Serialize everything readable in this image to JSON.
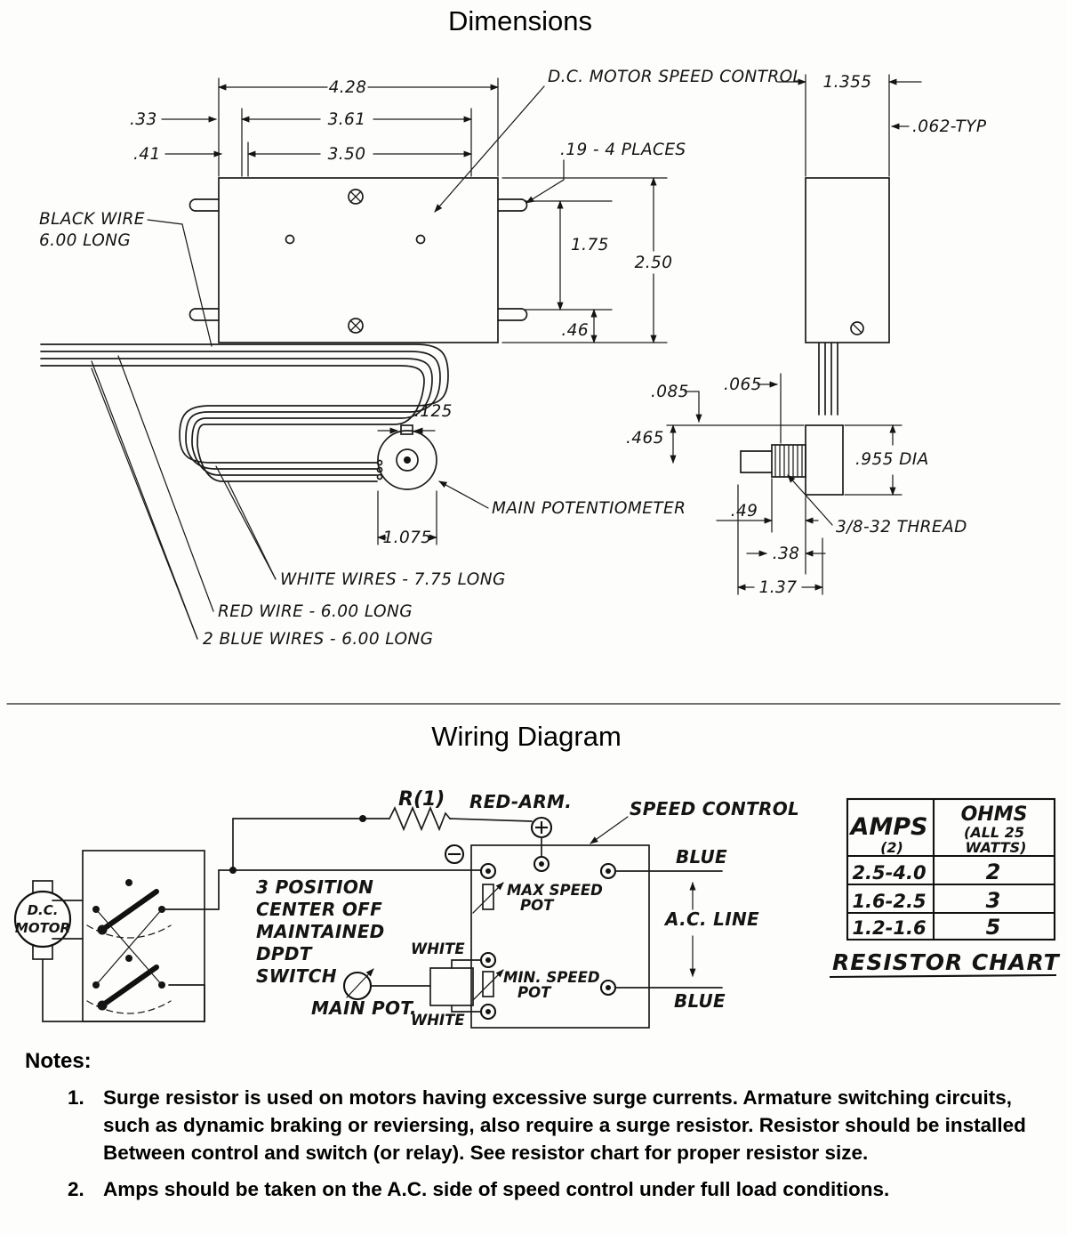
{
  "dimensions_section": {
    "title": "Dimensions",
    "labels": {
      "speed_control": "D.C. MOTOR SPEED CONTROL",
      "black_wire_1": "BLACK WIRE",
      "black_wire_2": "6.00 LONG",
      "places": ".19 - 4 PLACES",
      "main_pot": "MAIN POTENTIOMETER",
      "white_wires": "WHITE WIRES - 7.75 LONG",
      "red_wire": "RED WIRE - 6.00 LONG",
      "blue_wires": "2 BLUE WIRES - 6.00 LONG",
      "thread": "3/8-32 THREAD",
      "dia": ".955 DIA",
      "typ": ".062-TYP"
    },
    "dims": {
      "w428": "4.28",
      "w361": "3.61",
      "w350": "3.50",
      "o33": ".33",
      "o41": ".41",
      "h175": "1.75",
      "h250": "2.50",
      "h46": ".46",
      "sw1355": "1.355",
      "p125": ".125",
      "p1075": "1.075",
      "s085": ".085",
      "s065": ".065",
      "s465": ".465",
      "s49": ".49",
      "s38": ".38",
      "s137": "1.37"
    }
  },
  "wiring_section": {
    "title": "Wiring Diagram",
    "labels": {
      "r1": "R(1)",
      "red_arm": "RED-ARM.",
      "speed_control": "SPEED CONTROL",
      "blue_top": "BLUE",
      "blue_bottom": "BLUE",
      "ac_line": "A.C. LINE",
      "max_speed_1": "MAX SPEED",
      "max_speed_2": "POT",
      "min_speed_1": "MIN. SPEED",
      "min_speed_2": "POT",
      "switch_1": "3 POSITION",
      "switch_2": "CENTER OFF",
      "switch_3": "MAINTAINED",
      "switch_4": "DPDT",
      "switch_5": "SWITCH",
      "motor_1": "D.C.",
      "motor_2": "MOTOR",
      "white_top": "WHITE",
      "white_bottom": "WHITE",
      "main_pot": "MAIN POT."
    },
    "resistor_chart": {
      "caption": "RESISTOR CHART",
      "amps_header": "AMPS",
      "amps_sub": "(2)",
      "ohms_header": "OHMS",
      "ohms_sub1": "(ALL 25",
      "ohms_sub2": "WATTS)",
      "rows": [
        {
          "amps": "2.5-4.0",
          "ohms": "2"
        },
        {
          "amps": "1.6-2.5",
          "ohms": "3"
        },
        {
          "amps": "1.2-1.6",
          "ohms": "5"
        }
      ]
    }
  },
  "notes": {
    "heading": "Notes:",
    "items": [
      {
        "num": "1.",
        "text": "Surge resistor is used on motors having excessive surge currents.  Armature switching circuits, such as dynamic braking or reviersing, also require a surge resistor.  Resistor should be installed Between control and  switch (or relay).  See resistor chart for proper resistor size."
      },
      {
        "num": "2.",
        "text": "Amps should be taken on the A.C. side of speed control under full load conditions."
      }
    ]
  }
}
